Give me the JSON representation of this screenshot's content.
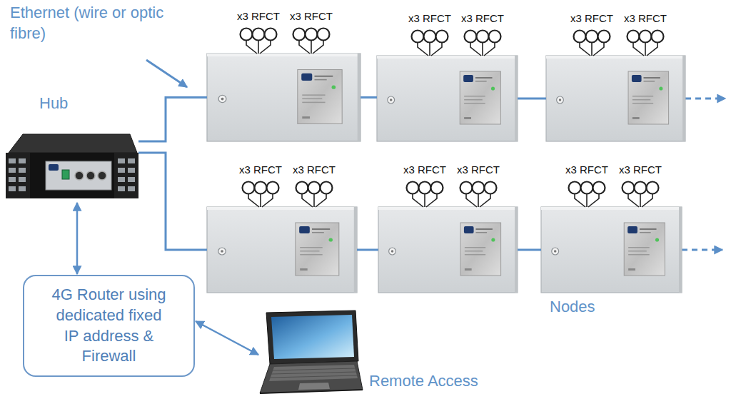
{
  "diagram": {
    "nodes": [
      {
        "text": [
          "Hub"
        ]
      },
      {
        "text": [
          "x3 RFCT",
          "x3 RFCT"
        ]
      },
      {
        "text": [
          "x3 RFCT",
          "x3 RFCT"
        ]
      },
      {
        "text": [
          "x3 RFCT",
          "x3 RFCT"
        ]
      },
      {
        "text": [
          "x3 RFCT",
          "x3 RFCT"
        ]
      },
      {
        "text": [
          "x3 RFCT",
          "x3 RFCT"
        ]
      },
      {
        "text": [
          "x3 RFCT",
          "x3 RFCT"
        ]
      },
      {
        "text": [
          "4G Router using dedicated fixed IP address & Firewall"
        ]
      },
      {
        "text": [
          "Remote Access"
        ]
      }
    ],
    "edges": [
      {
        "from": 0,
        "to": 1,
        "arrow": "none"
      },
      {
        "from": 1,
        "to": 2,
        "arrow": "none"
      },
      {
        "from": 2,
        "to": 3,
        "arrow": "none"
      },
      {
        "from": 0,
        "to": 4,
        "arrow": "none"
      },
      {
        "from": 4,
        "to": 5,
        "arrow": "none"
      },
      {
        "from": 5,
        "to": 6,
        "arrow": "none"
      },
      {
        "from": 0,
        "to": 7,
        "arrow": "both"
      },
      {
        "from": 7,
        "to": 8,
        "arrow": "both"
      }
    ],
    "labels": [
      "Ethernet (wire or optic fibre)",
      "Nodes"
    ]
  }
}
